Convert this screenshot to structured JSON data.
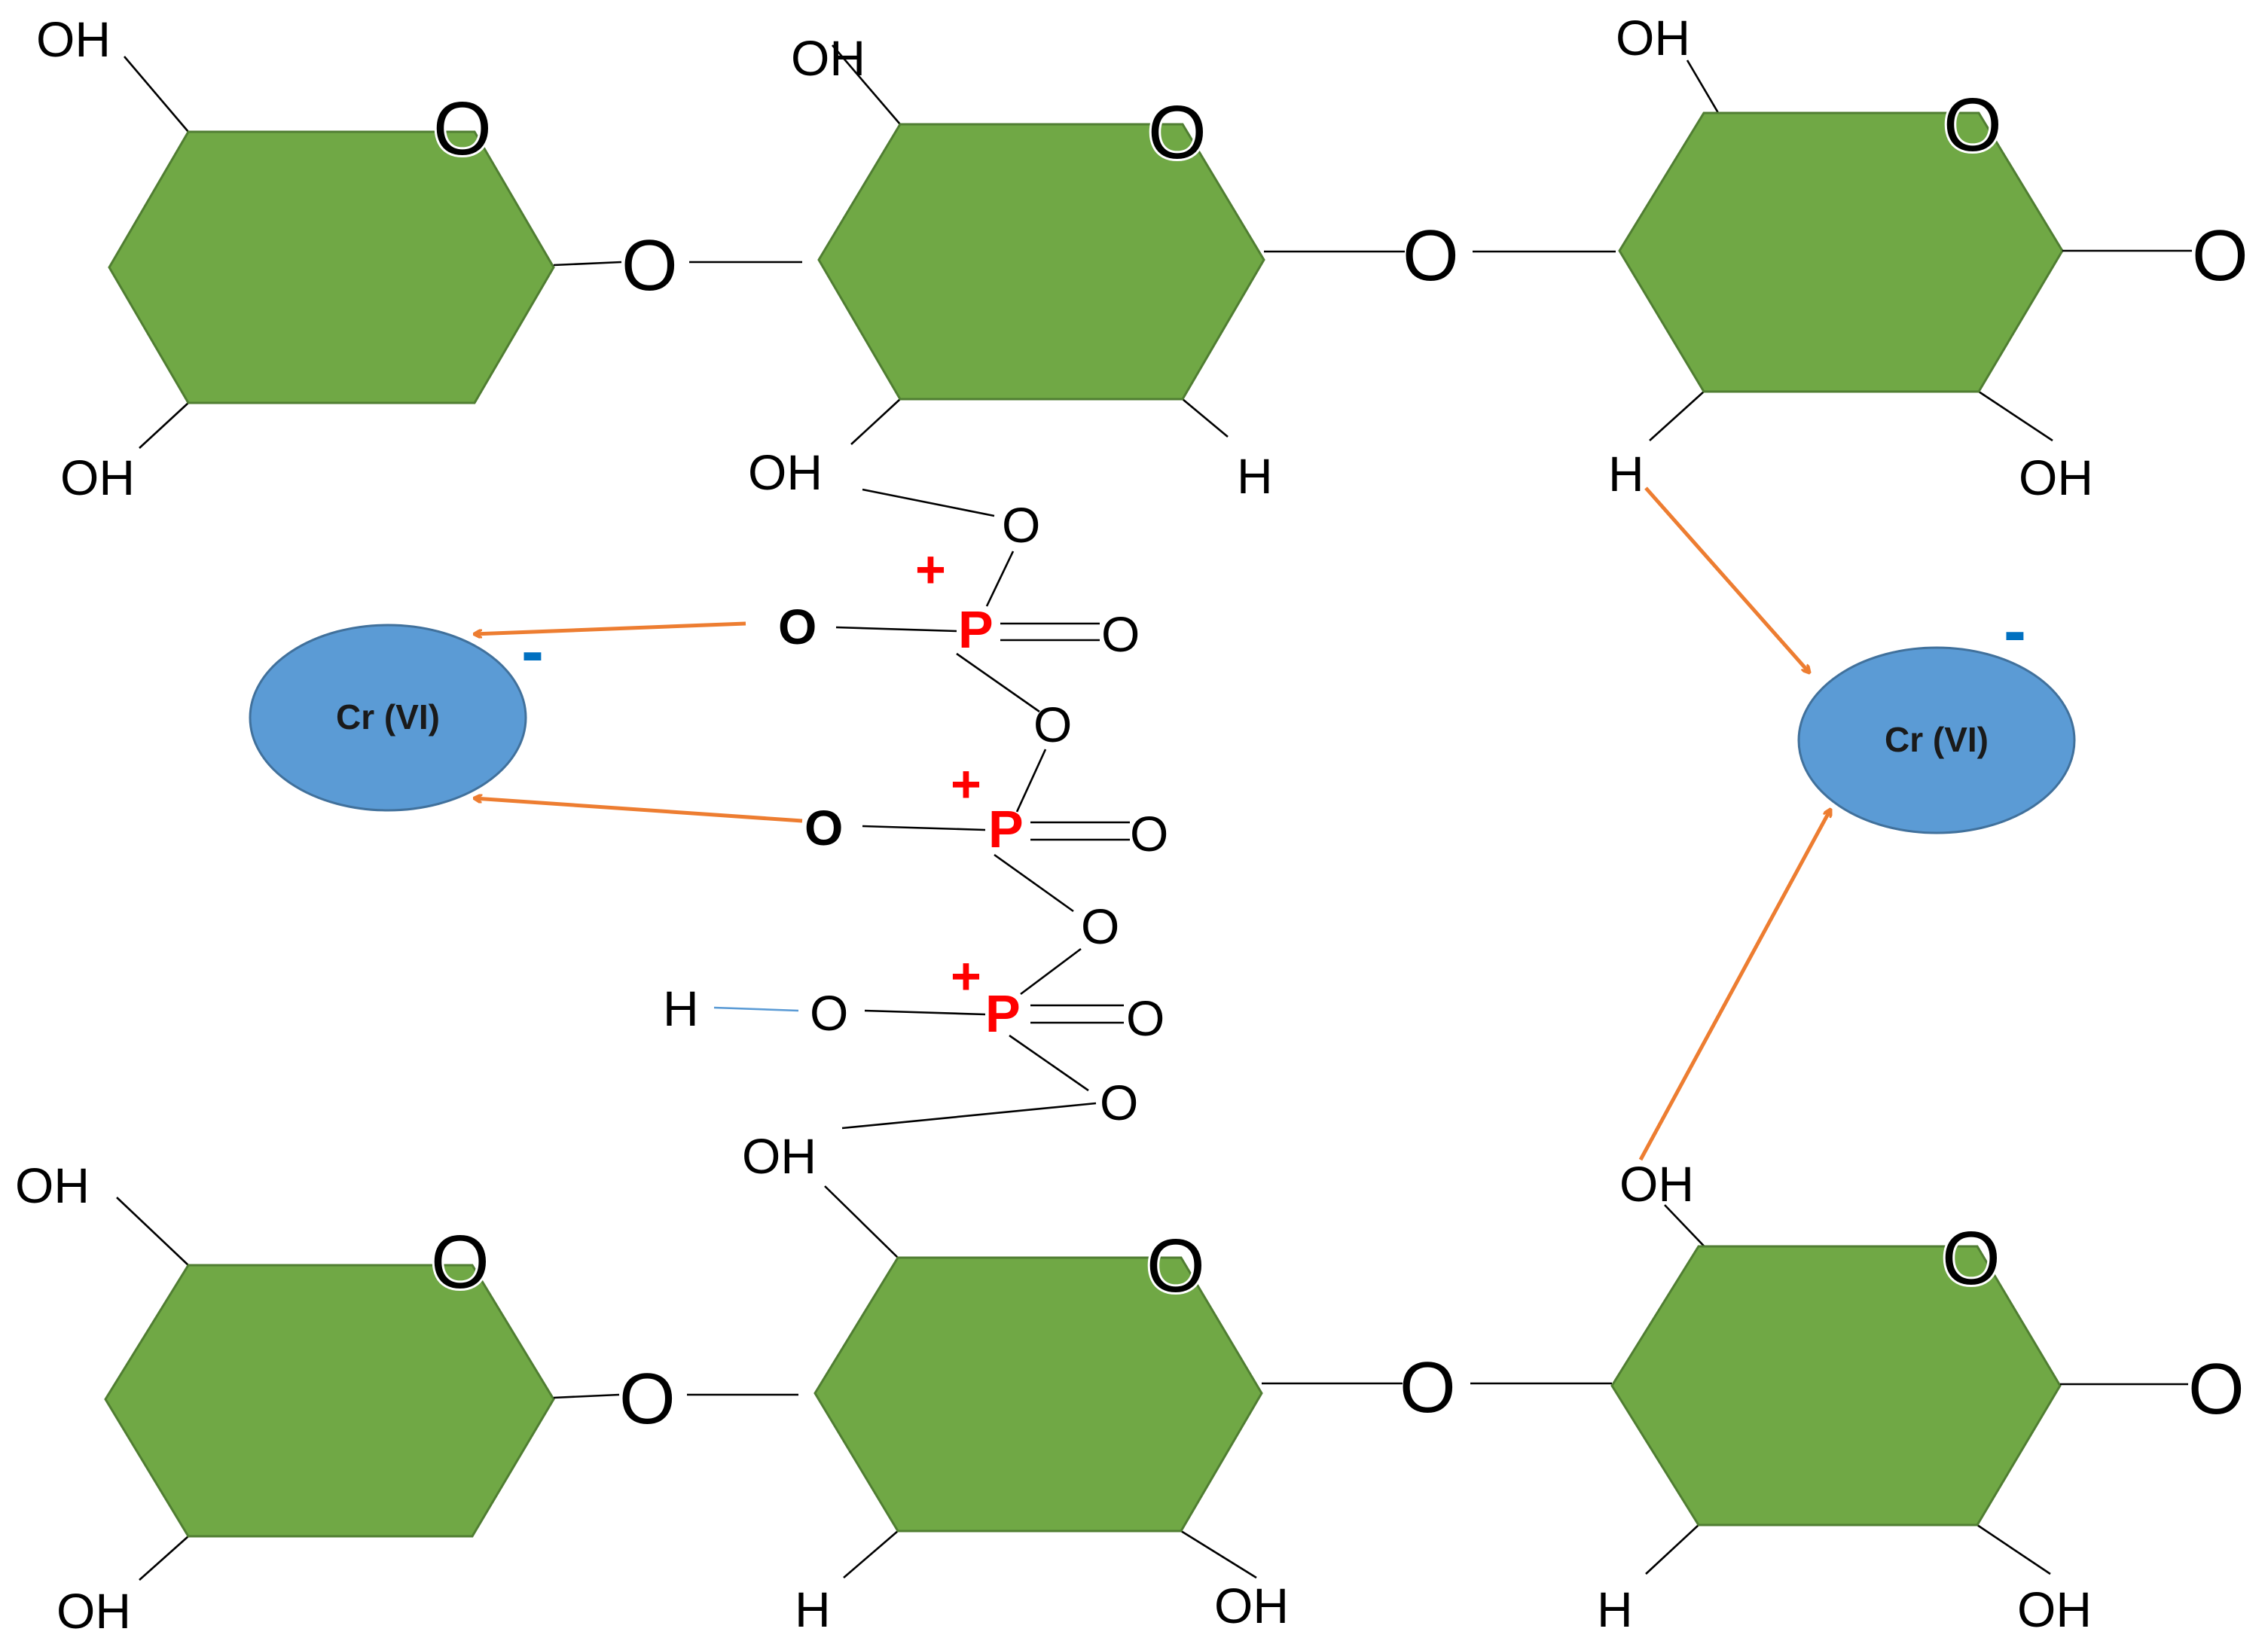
{
  "colors": {
    "ring_fill": "#70a845",
    "ring_stroke": "#507e32",
    "ion_fill": "#5b9bd5",
    "ion_stroke": "#41719c",
    "arrow": "#ed7d31",
    "phosphorus": "#ff0000",
    "charge_plus": "#ff0000",
    "binding_oxygen": "#1fb3ea",
    "charge_minus": "#0070c0",
    "hydroxyl_bond": "#5b9bd5"
  },
  "rings": {
    "top": [
      {
        "top_label": "OH",
        "ring_oxygen": "O",
        "bottom_left_label": "OH",
        "bottom_right_label": ""
      },
      {
        "top_label": "OH",
        "ring_oxygen": "O",
        "bottom_left_label": "OH",
        "bottom_right_label": "H"
      },
      {
        "top_label": "OH",
        "ring_oxygen": "O",
        "bottom_left_label": "H",
        "bottom_right_label": "OH"
      }
    ],
    "bottom": [
      {
        "top_label": "OH",
        "ring_oxygen": "O",
        "bottom_left_label": "OH",
        "bottom_right_label": ""
      },
      {
        "top_label": "OH",
        "ring_oxygen": "O",
        "bottom_left_label": "H",
        "bottom_right_label": "OH"
      },
      {
        "top_label": "OH",
        "ring_oxygen": "O",
        "bottom_left_label": "H",
        "bottom_right_label": "OH"
      }
    ]
  },
  "linkages": {
    "top": [
      "O",
      "O",
      "O"
    ],
    "bottom": [
      "O",
      "O",
      "O"
    ]
  },
  "phosphate_chain": {
    "top_bridge_o": "O",
    "groups": [
      {
        "p": "P",
        "charge": "+",
        "left_o": "O",
        "double_o": "O"
      },
      {
        "p": "P",
        "charge": "+",
        "left_o": "O",
        "double_o": "O"
      },
      {
        "p": "P",
        "charge": "+",
        "left_o": "O",
        "double_o": "O"
      }
    ],
    "bridge_o": [
      "O",
      "O"
    ],
    "bottom_o": "O",
    "hydroxyl_h": "H"
  },
  "ions": [
    {
      "label": "Cr (VI)",
      "charge": "-"
    },
    {
      "label": "Cr (VI)",
      "charge": "-"
    }
  ]
}
